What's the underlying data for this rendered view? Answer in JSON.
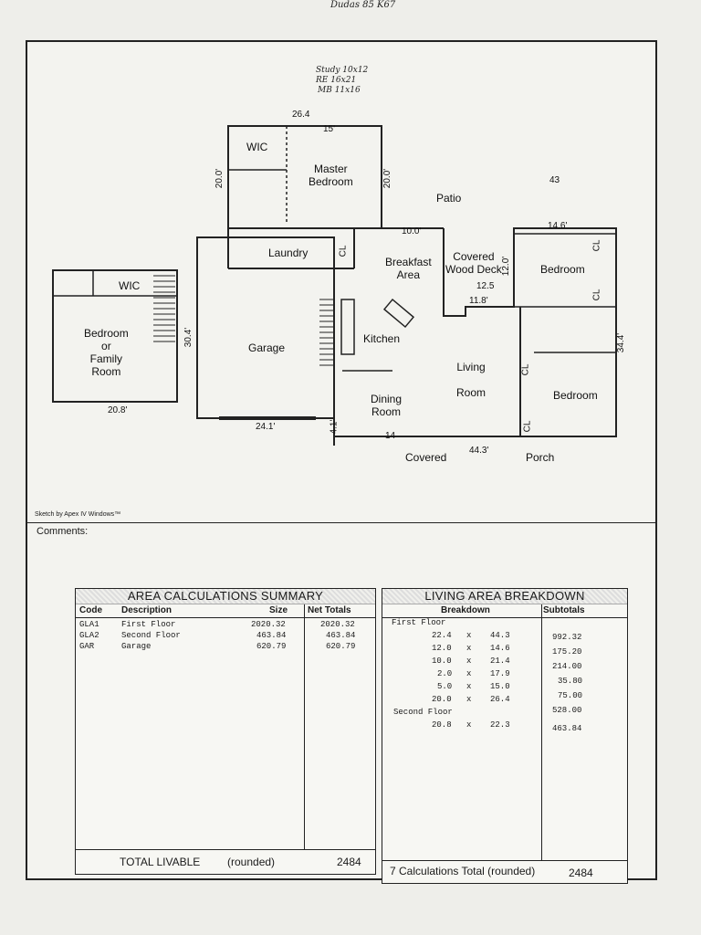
{
  "handnotes": {
    "top": "Dudas 85 K67",
    "study": "Study 10x12",
    "rm2": "RE 16x21",
    "mb": "MB 11x16"
  },
  "rooms": {
    "wic_master": "WIC",
    "master_bedroom": "Master\nBedroom",
    "patio": "Patio",
    "laundry": "Laundry",
    "cl1": "CL",
    "breakfast": "Breakfast\nArea",
    "covered_deck": "Covered\nWood Deck",
    "bedroom_ne": "Bedroom",
    "cl2": "CL",
    "cl3": "CL",
    "garage": "Garage",
    "kitchen": "Kitchen",
    "living": "Living\nRoom",
    "cl4": "CL",
    "bedroom_e": "Bedroom",
    "dining": "Dining\nRoom",
    "cl5": "CL",
    "covered": "Covered",
    "porch": "Porch",
    "wic_second": "WIC",
    "bedroom_family": "Bedroom\nor\nFamily\nRoom"
  },
  "dimensions": {
    "d_26_4": "26.4",
    "d_15": "15'",
    "d_20_left": "20.0'",
    "d_20_right": "20.0'",
    "d_10": "10.0'",
    "d_43": "43",
    "d_14_6": "14.6'",
    "d_12": "12.0'",
    "d_11_8": "11.8'",
    "d_12_5": "12.5",
    "d_30_4": "30.4'",
    "d_34_4": "34.4'",
    "d_24_1": "24.1'",
    "d_44_3": "44.3'",
    "d_20_8": "20.8'",
    "d_4_1": "4.1'",
    "d_14": "14"
  },
  "sketch_credit": "Sketch by Apex IV Windows™",
  "comments_label": "Comments:",
  "area_summary": {
    "title": "AREA CALCULATIONS SUMMARY",
    "headers": {
      "code": "Code",
      "description": "Description",
      "size": "Size",
      "net": "Net Totals"
    },
    "rows": [
      {
        "code": "GLA1",
        "description": "First Floor",
        "size": "2020.32",
        "net": "2020.32"
      },
      {
        "code": "GLA2",
        "description": "Second Floor",
        "size": "463.84",
        "net": "463.84"
      },
      {
        "code": "GAR",
        "description": "Garage",
        "size": "620.79",
        "net": "620.79"
      }
    ],
    "total_label": "TOTAL LIVABLE",
    "total_rounded": "(rounded)",
    "total_value": "2484"
  },
  "living_breakdown": {
    "title": "LIVING AREA BREAKDOWN",
    "headers": {
      "breakdown": "Breakdown",
      "subtotals": "Subtotals"
    },
    "first_floor_label": "First Floor",
    "first_rows": [
      {
        "a": "22.4",
        "x": "x",
        "b": "44.3",
        "sub": "992.32"
      },
      {
        "a": "12.0",
        "x": "x",
        "b": "14.6",
        "sub": "175.20"
      },
      {
        "a": "10.0",
        "x": "x",
        "b": "21.4",
        "sub": "214.00"
      },
      {
        "a": "2.0",
        "x": "x",
        "b": "17.9",
        "sub": "35.80"
      },
      {
        "a": "5.0",
        "x": "x",
        "b": "15.0",
        "sub": "75.00"
      },
      {
        "a": "20.0",
        "x": "x",
        "b": "26.4",
        "sub": "528.00"
      }
    ],
    "second_floor_label": "Second Floor",
    "second_rows": [
      {
        "a": "20.8",
        "x": "x",
        "b": "22.3",
        "sub": "463.84"
      }
    ],
    "total_label": "7 Calculations Total (rounded)",
    "total_value": "2484"
  }
}
